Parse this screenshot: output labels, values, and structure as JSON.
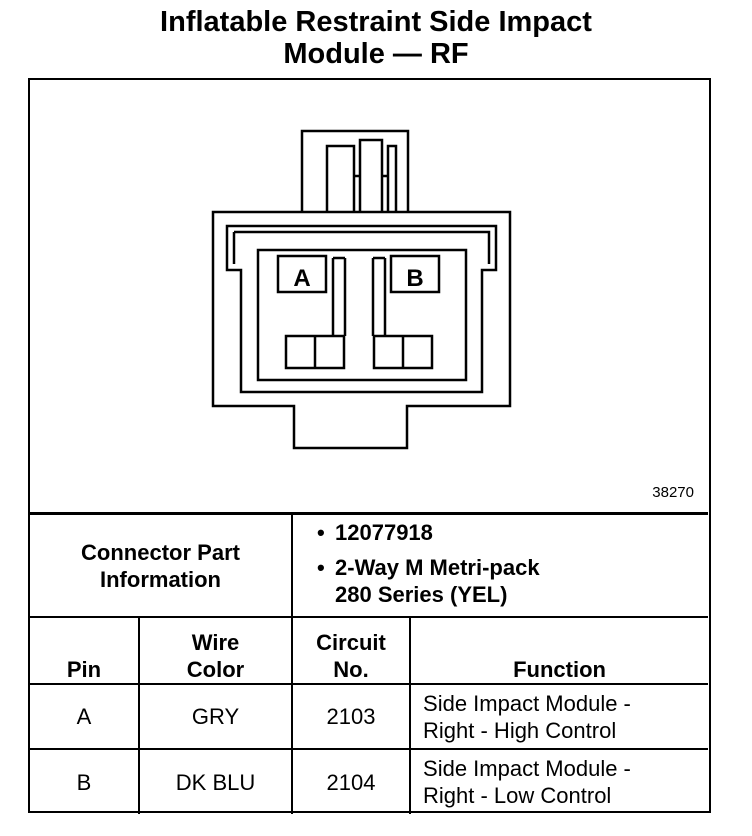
{
  "title": {
    "line1": "Inflatable Restraint Side Impact",
    "line2": "Module — RF"
  },
  "figure": {
    "number": "38270",
    "terminal_labels": [
      "A",
      "B"
    ]
  },
  "connector": {
    "label_line1": "Connector Part",
    "label_line2": "Information",
    "items": [
      {
        "bullet": "•",
        "text": "12077918"
      },
      {
        "bullet": "•",
        "text_line1": "2-Way M Metri-pack",
        "text_line2": "280 Series (YEL)"
      }
    ]
  },
  "table": {
    "headers": {
      "pin": "Pin",
      "wire_color_line1": "Wire",
      "wire_color_line2": "Color",
      "circuit_line1": "Circuit",
      "circuit_line2": "No.",
      "function": "Function"
    },
    "rows": [
      {
        "pin": "A",
        "wire_color": "GRY",
        "circuit": "2103",
        "function_line1": "Side Impact Module -",
        "function_line2": "Right - High Control"
      },
      {
        "pin": "B",
        "wire_color": "DK BLU",
        "circuit": "2104",
        "function_line1": "Side Impact Module -",
        "function_line2": "Right - Low Control"
      }
    ]
  }
}
